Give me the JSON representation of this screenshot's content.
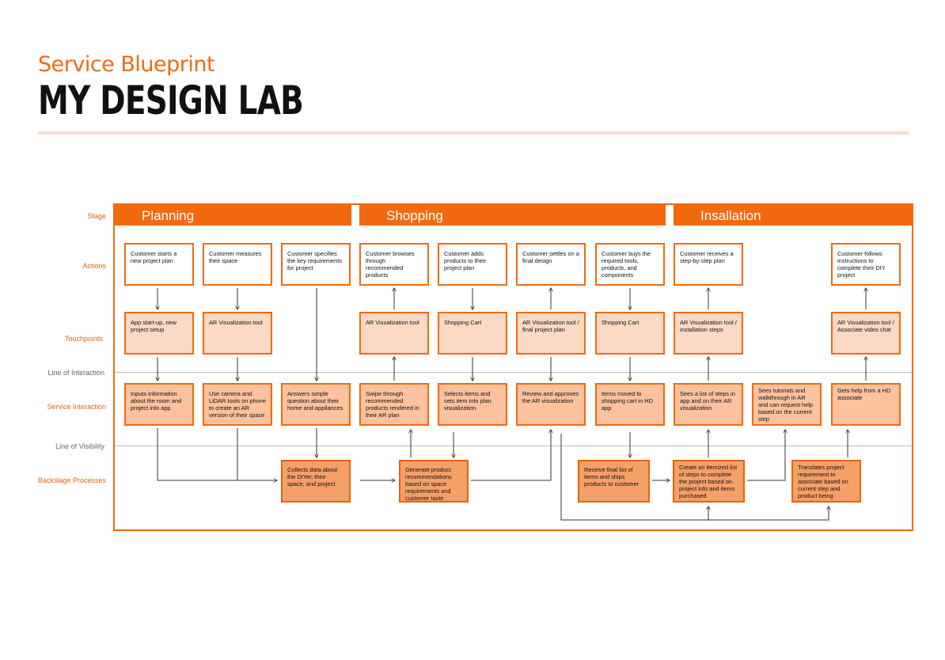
{
  "header": {
    "subtitle": "Service Blueprint",
    "title": "MY DESIGN LAB"
  },
  "row_labels": {
    "stage": "Stage",
    "actions": "Actions",
    "touchpoints": "Touchpoints",
    "line_of_interaction": "Line of Interaction",
    "service_interaction": "Service Interaction",
    "line_of_visibility": "Line of Visibility",
    "backstage_processes": "Backslage Processes"
  },
  "stages": [
    "Planning",
    "Shopping",
    "Insallation"
  ],
  "actions": [
    "Customer starts a new project plan",
    "Customer measures their space",
    "Customer specifies the key requirements for project",
    "Customer browses through recommended products",
    "Customer adds products to their project plan",
    "Customer settles on a final design",
    "Customer buys the required tools, products, and components",
    "Customer receives a step-by-step plan",
    "Customer follows instructions to complete their DIY project"
  ],
  "touchpoints": [
    "App start-up, new project setup",
    "AR Visualization tool",
    "AR Visualization tool",
    "Shopping Cart",
    "AR Visualization tool / final project plan",
    "Shopping Cart",
    "AR Visualization tool / installation steps",
    "AR Visualization tool / Associate video chat"
  ],
  "service_interactions": [
    "Inputs information about the room and project into app",
    "Use camera and LiDAR tools on phone to create an AR version of their space",
    "Answers simple question about their home and appliances",
    "Swipe through recommended products rendered in their AR plan",
    "Selects items and sets item into plan visualization",
    "Review and approves the AR visualization",
    "Items moved to shopping cart in HD app",
    "Sees a list of steps in app and on their AR visualization",
    "Sees tutorials and walkthrough in AR and can request help based on the current step",
    "Gets help from a HD associate"
  ],
  "backstage": [
    "Collects data about the DIYer, their space, and project",
    "Generate product recommendations based on space requirements and customer taste",
    "Receive final list of items and ships products to customer",
    "Create an itemized list of steps to complete the project based on project info and items purchased",
    "Translates project requirement to associate based on current step and product being installed"
  ],
  "colors": {
    "accent": "#f26a10",
    "touchpoint_fill": "#fbd9c4",
    "service_fill": "#fbc29d",
    "backstage_fill": "#f5a066"
  }
}
